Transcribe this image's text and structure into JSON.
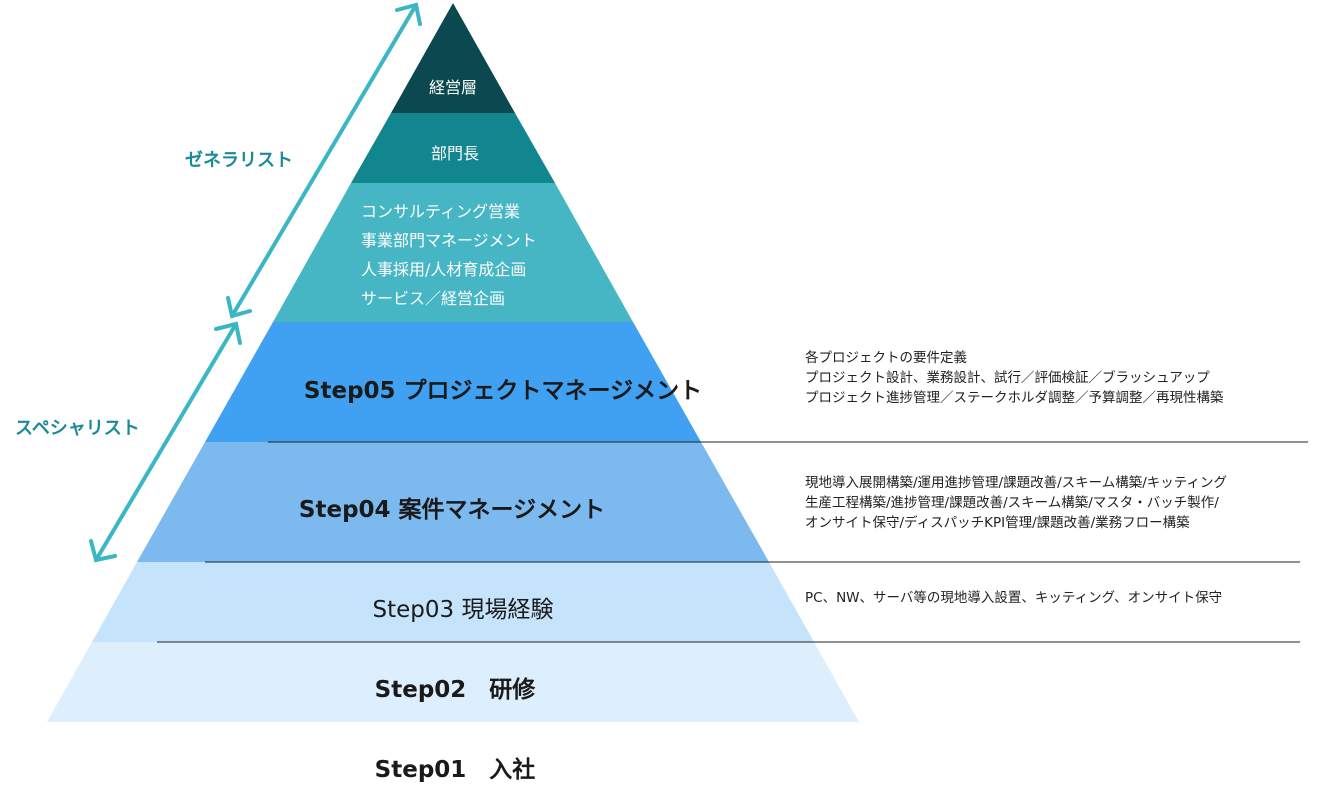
{
  "colors": {
    "level_top": "#0b4850",
    "level_dept": "#12868f",
    "level_gen": "#46b6c4",
    "step05": "#40a1f2",
    "step04": "#7bb9ef",
    "step03": "#c5e3fb",
    "step02": "#ddeefc",
    "arrow": "#3bb6c5",
    "label": "#1b8a98"
  },
  "pyramid": {
    "top": "経営層",
    "dept": "部門長",
    "generalist_roles": [
      "コンサルティング営業",
      "事業部門マネージメント",
      "人事採用/人材育成企画",
      "サービス／経営企画"
    ]
  },
  "labels": {
    "generalist": "ゼネラリスト",
    "specialist": "スペシャリスト"
  },
  "steps": [
    {
      "label": "Step05  プロジェクトマネージメント",
      "desc": [
        "各プロジェクトの要件定義",
        "プロジェクト設計、業務設計、試行／評価検証／ブラッシュアップ",
        "プロジェクト進捗管理／ステークホルダ調整／予算調整／再現性構築"
      ]
    },
    {
      "label": "Step04  案件マネージメント",
      "desc": [
        "現地導入展開構築/運用進捗管理/課題改善/スキーム構築/キッティング",
        "生産工程構築/進捗管理/課題改善/スキーム構築/マスタ・バッチ製作/",
        "オンサイト保守/ディスパッチKPI管理/課題改善/業務フロー構築"
      ]
    },
    {
      "label": "Step03  現場経験",
      "desc": [
        "PC、NW、サーバ等の現地導入設置、キッティング、オンサイト保守"
      ]
    },
    {
      "label": "Step02　研修"
    },
    {
      "label": "Step01　入社"
    }
  ]
}
